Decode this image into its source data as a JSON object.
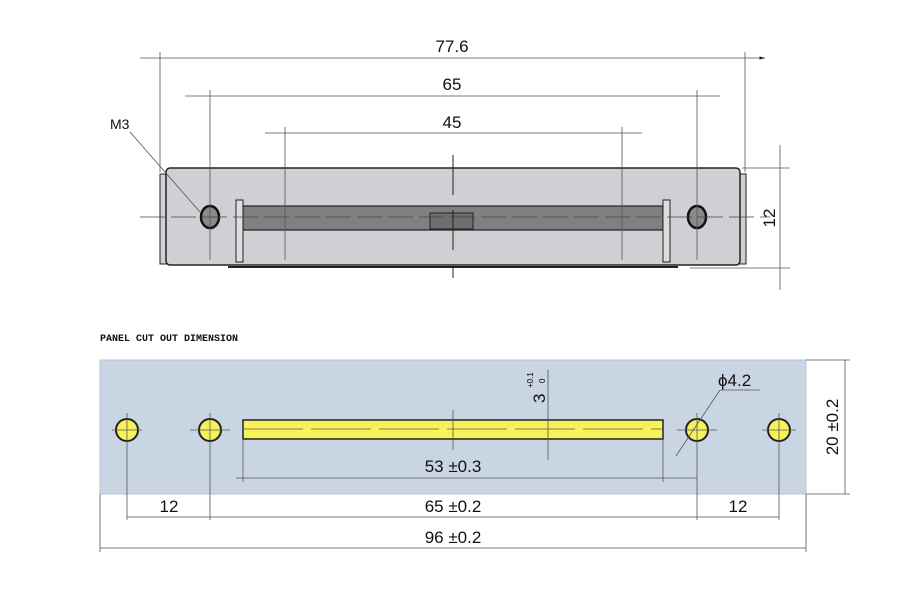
{
  "top_view": {
    "dim_overall": "77.6",
    "dim_hole_pitch": "65",
    "dim_slot_marks": "45",
    "dim_height": "12",
    "thread_label": "M3"
  },
  "panel_cutout": {
    "title": "PANEL CUT OUT DIMENSION",
    "dim_slot_width": "3",
    "dim_slot_tol_upper": "+0.1",
    "dim_slot_tol_lower": "0",
    "dim_hole_dia": "ϕ4.2",
    "dim_slot_length": "53  ±0.3",
    "dim_left_offset": "12",
    "dim_hole_pitch": "65  ±0.2",
    "dim_right_offset": "12",
    "dim_overall_width": "96  ±0.2",
    "dim_overall_height": "20  ±0.2",
    "colors": {
      "panel": "#c9d5e3",
      "cutout": "#f6f25c",
      "body": "#cfd0d4",
      "slot": "#808082"
    }
  }
}
